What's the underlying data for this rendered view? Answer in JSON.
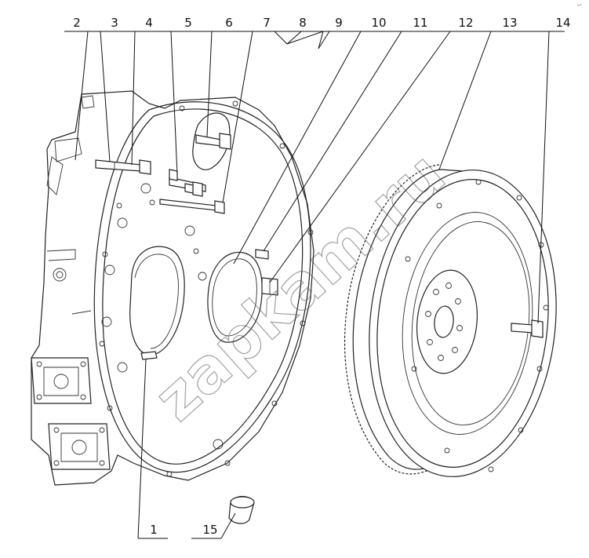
{
  "watermark": "zapkam.ru",
  "corner_mark": "-·",
  "callouts": [
    {
      "id": "1",
      "label": "1"
    },
    {
      "id": "2",
      "label": "2"
    },
    {
      "id": "3",
      "label": "3"
    },
    {
      "id": "4",
      "label": "4"
    },
    {
      "id": "5",
      "label": "5"
    },
    {
      "id": "6",
      "label": "6"
    },
    {
      "id": "7",
      "label": "7"
    },
    {
      "id": "8",
      "label": "8"
    },
    {
      "id": "9",
      "label": "9"
    },
    {
      "id": "10",
      "label": "10"
    },
    {
      "id": "11",
      "label": "11"
    },
    {
      "id": "12",
      "label": "12"
    },
    {
      "id": "13",
      "label": "13"
    },
    {
      "id": "14",
      "label": "14"
    },
    {
      "id": "15",
      "label": "15"
    }
  ]
}
